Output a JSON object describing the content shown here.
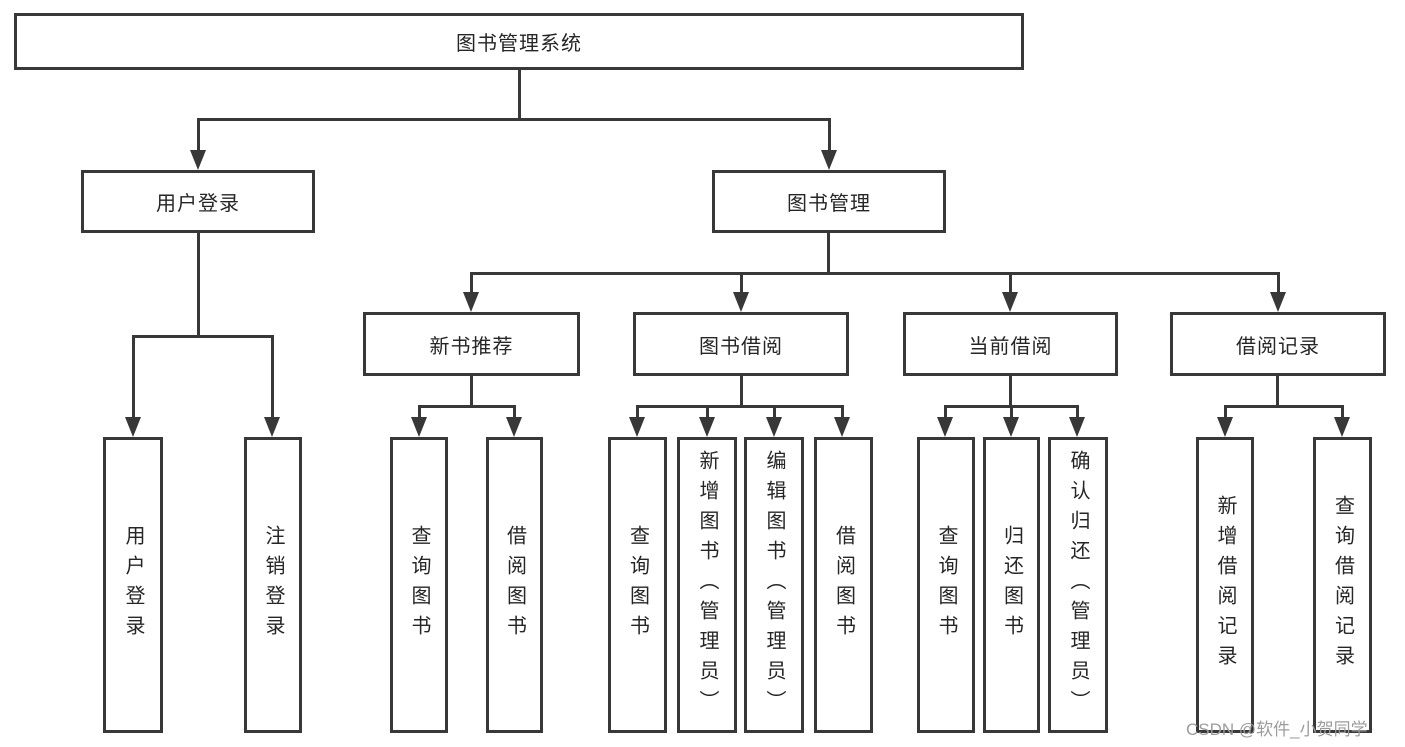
{
  "diagram": {
    "colors": {
      "line": "#383838",
      "box_border": "#383838",
      "text": "#262626",
      "watermark": "#9c9c9c",
      "background": "#ffffff"
    },
    "tree": {
      "root": {
        "label": "图书管理系统"
      },
      "branches": {
        "user_login": {
          "label": "用户登录",
          "children": {
            "login": {
              "label": "用户登录"
            },
            "logout": {
              "label": "注销登录"
            }
          }
        },
        "book_management": {
          "label": "图书管理",
          "sections": {
            "new_book": {
              "label": "新书推荐",
              "children": {
                "query": {
                  "label": "查询图书"
                },
                "borrow": {
                  "label": "借阅图书"
                }
              }
            },
            "borrow": {
              "label": "图书借阅",
              "children": {
                "query": {
                  "label": "查询图书"
                },
                "add": {
                  "label": "新增图书（管理员）"
                },
                "edit": {
                  "label": "编辑图书（管理员）"
                },
                "borrow": {
                  "label": "借阅图书"
                }
              }
            },
            "current": {
              "label": "当前借阅",
              "children": {
                "query": {
                  "label": "查询图书"
                },
                "return": {
                  "label": "归还图书"
                },
                "confirm": {
                  "label": "确认归还（管理员）"
                }
              }
            },
            "records": {
              "label": "借阅记录",
              "children": {
                "add": {
                  "label": "新增借阅记录"
                },
                "query": {
                  "label": "查询借阅记录"
                }
              }
            }
          }
        }
      }
    },
    "watermark": "CSDN @软件_小贺同学"
  }
}
